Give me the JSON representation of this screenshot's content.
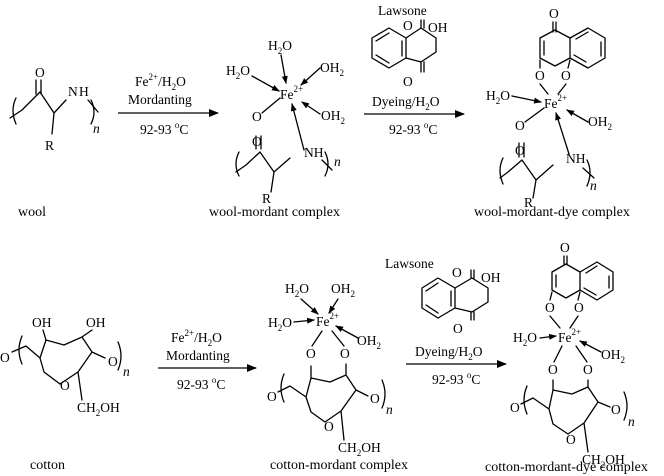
{
  "row1": {
    "step1": {
      "reagent_base": "Fe",
      "reagent_sup": "2+",
      "reagent_tail": "/H",
      "reagent_sub": "2",
      "reagent_end": "O",
      "process": "Mordanting",
      "temp": "92-93 ",
      "temp_sup": "o",
      "temp_end": "C"
    },
    "dye_name": "Lawsone",
    "step2": {
      "process_base": "Dyeing/H",
      "process_sub": "2",
      "process_end": "O",
      "temp": "92-93 ",
      "temp_sup": "o",
      "temp_end": "C"
    },
    "captions": {
      "substrate": "wool",
      "mordant_complex": "wool-mordant complex",
      "dye_complex": "wool-mordant-dye complex"
    }
  },
  "row2": {
    "step1": {
      "reagent_base": "Fe",
      "reagent_sup": "2+",
      "reagent_tail": "/H",
      "reagent_sub": "2",
      "reagent_end": "O",
      "process": "Mordanting",
      "temp": "92-93 ",
      "temp_sup": "o",
      "temp_end": "C"
    },
    "dye_name": "Lawsone",
    "step2": {
      "process_base": "Dyeing/H",
      "process_sub": "2",
      "process_end": "O",
      "temp": "92-93 ",
      "temp_sup": "o",
      "temp_end": "C"
    },
    "captions": {
      "substrate": "cotton",
      "mordant_complex": "cotton-mordant complex",
      "dye_complex": "cotton-mordant-dye complex"
    }
  },
  "atoms": {
    "O": "O",
    "H": "H",
    "N": "N",
    "R": "R",
    "n": "n",
    "OH": "OH",
    "H2": "H",
    "sub2": "2",
    "Fe": "Fe",
    "fe_charge": "2+",
    "CH2OH": "CH",
    "ch2oh_tail": "OH"
  }
}
